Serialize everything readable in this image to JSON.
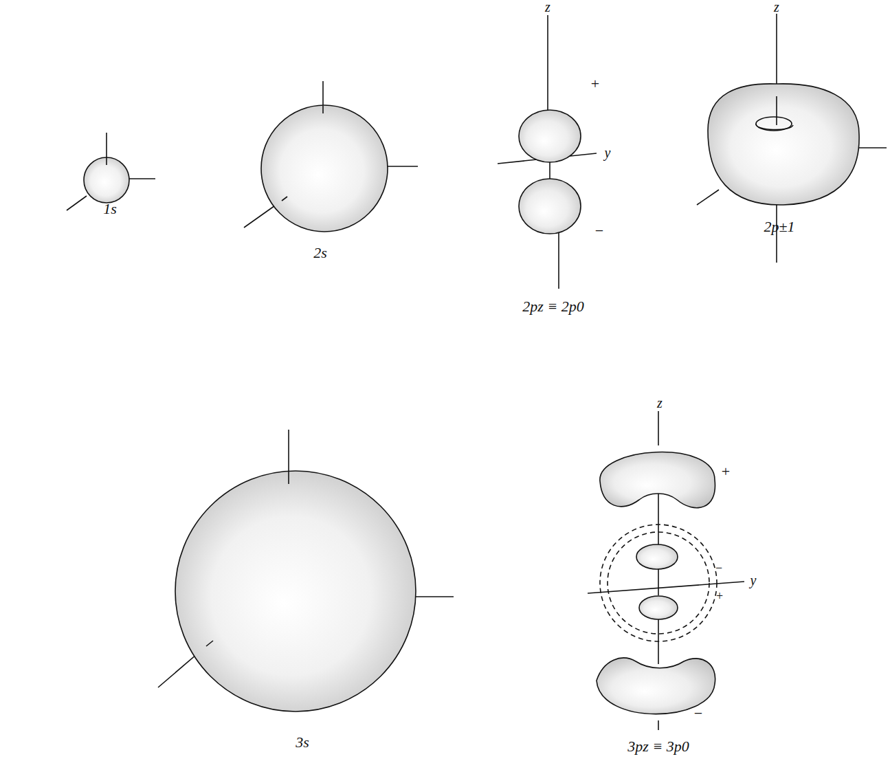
{
  "diagram": {
    "labels": [
      "1s",
      "2s",
      "z",
      "+",
      "y",
      "−",
      "2pz ≡ 2p0",
      "z",
      "2p±1",
      "3s",
      "z",
      "+",
      "−",
      "+",
      "y",
      "−",
      "3pz ≡ 3p0"
    ]
  }
}
